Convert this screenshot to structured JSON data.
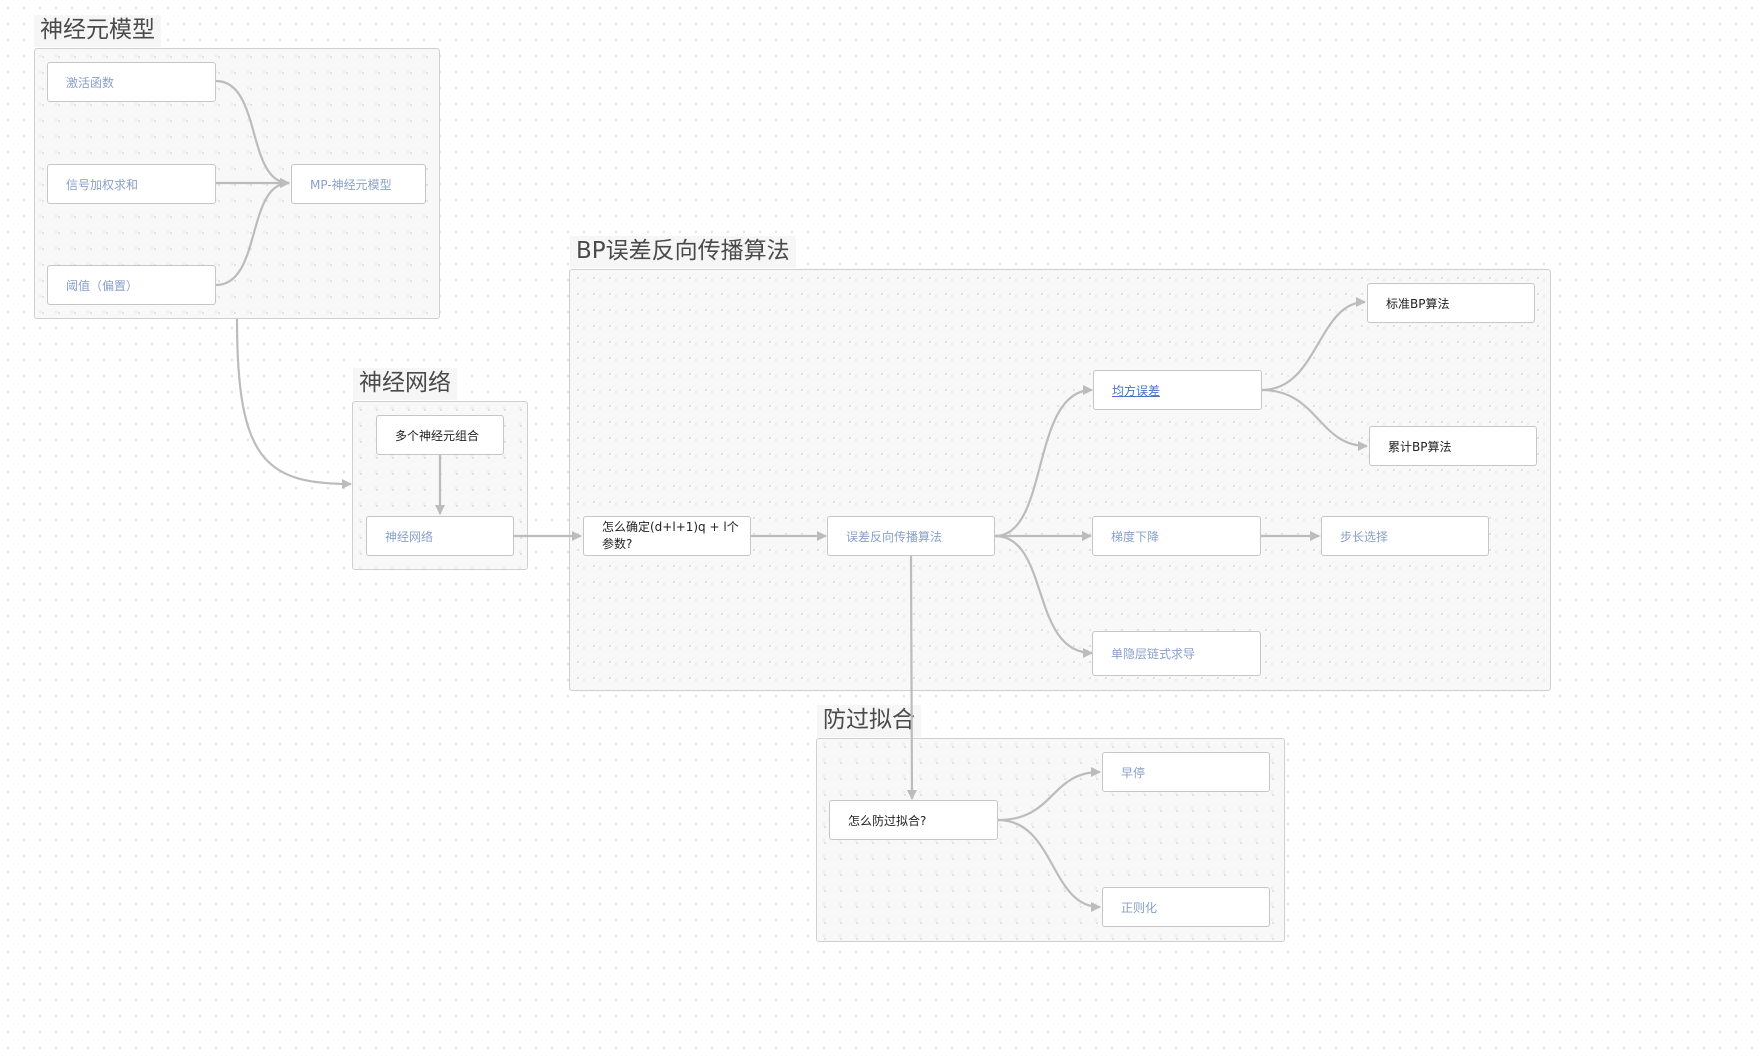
{
  "groups": {
    "neuron_model": "神经元模型",
    "neural_network": "神经网络",
    "bp": "BP误差反向传播算法",
    "overfit": "防过拟合"
  },
  "nodes": {
    "activation": "激活函数",
    "weighted_sum": "信号加权求和",
    "threshold": "阈值（偏置）",
    "mp_neuron": "MP-神经元模型",
    "multi_neuron": "多个神经元组合",
    "neural_net": "神经网络",
    "how_params": "怎么确定(d+l+1)q + l个参数?",
    "backprop": "误差反向传播算法",
    "mse": "均方误差",
    "standard_bp": "标准BP算法",
    "accumulated_bp": "累计BP算法",
    "gradient_descent": "梯度下降",
    "step_size": "步长选择",
    "chain_rule": "单隐层链式求导",
    "how_prevent": "怎么防过拟合?",
    "early_stop": "早停",
    "regularization": "正则化"
  },
  "colors": {
    "edge": "#bcbcbc",
    "link_text": "#8aa0c8",
    "underline_link": "#4a72c4"
  }
}
